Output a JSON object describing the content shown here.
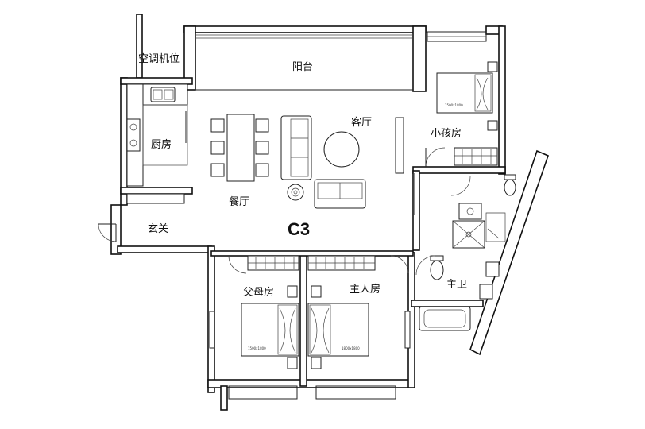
{
  "unit_code": "C3",
  "rooms": {
    "ac_unit": "空调机位",
    "balcony": "阳台",
    "kitchen": "厨房",
    "living_room": "客厅",
    "child_room": "小孩房",
    "dining_room": "餐厅",
    "entrance": "玄关",
    "parents_room": "父母房",
    "master_room": "主人房",
    "master_bath": "主卫"
  },
  "bed_sizes": {
    "child": "1500x1800",
    "parents": "1500x1800",
    "master": "1800x1800"
  }
}
